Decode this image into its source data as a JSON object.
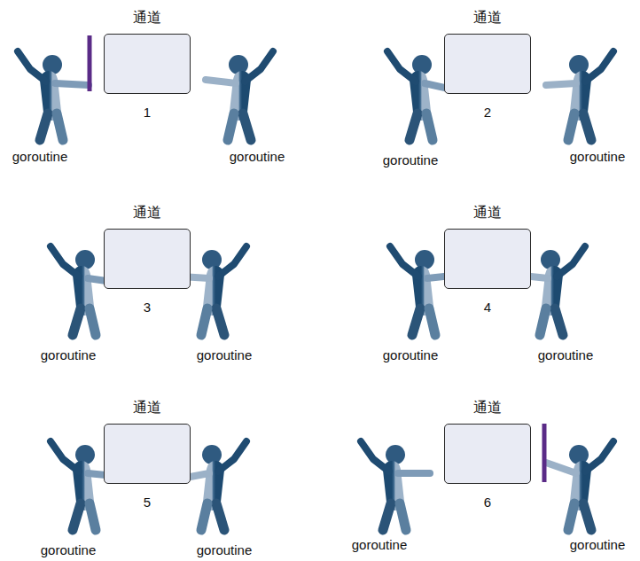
{
  "diagram": {
    "nodes": [
      {
        "text": [
          "通道",
          "1"
        ]
      },
      {
        "text": [
          "通道",
          "2"
        ]
      },
      {
        "text": [
          "通道",
          "3"
        ]
      },
      {
        "text": [
          "通道",
          "4"
        ]
      },
      {
        "text": [
          "通道",
          "5"
        ]
      },
      {
        "text": [
          "通道",
          "6"
        ]
      }
    ],
    "labels": [
      "goroutine",
      "goroutine",
      "goroutine",
      "goroutine",
      "goroutine",
      "goroutine",
      "goroutine",
      "goroutine",
      "goroutine",
      "goroutine",
      "goroutine",
      "goroutine"
    ]
  }
}
